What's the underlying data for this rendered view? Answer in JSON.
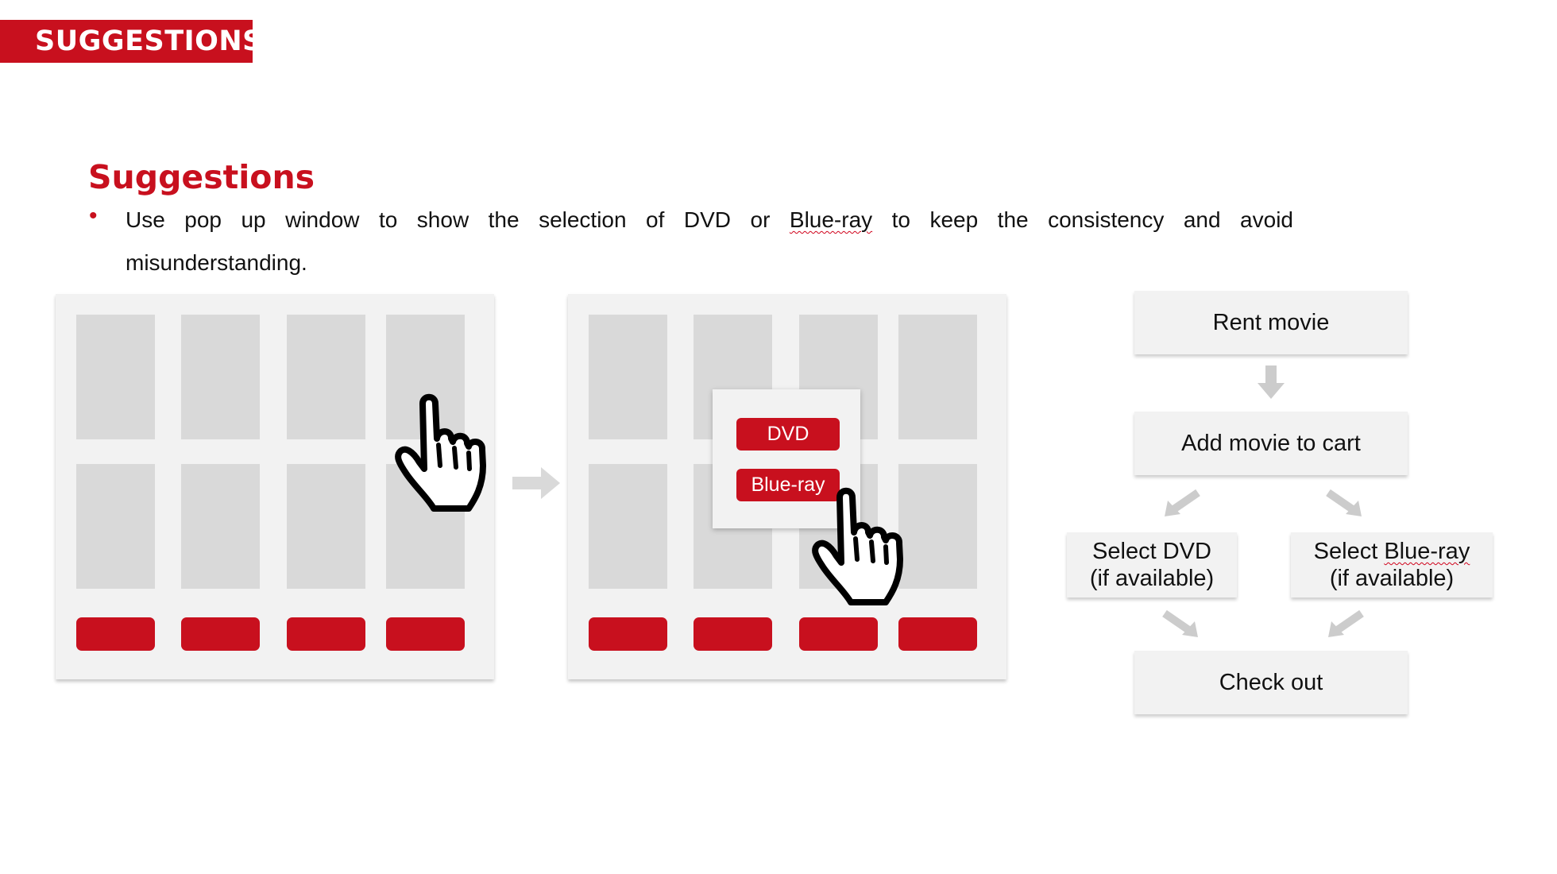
{
  "header": {
    "tag": "SUGGESTIONS"
  },
  "section": {
    "title": "Suggestions",
    "bullet": {
      "before": "Use pop up window to show the selection of DVD or ",
      "flagged_word": "Blue-ray",
      "after": " to keep the consistency and avoid misunderstanding."
    }
  },
  "popup": {
    "dvd_label": "DVD",
    "bluray_label": "Blue-ray"
  },
  "flow": {
    "rent": "Rent movie",
    "add": "Add movie to cart",
    "select_dvd": [
      "Select DVD",
      "(if available)"
    ],
    "select_bluray": [
      "Select ",
      "Blue-ray",
      "(if available)"
    ],
    "checkout": "Check out"
  },
  "colors": {
    "accent_red": "#c8101e",
    "panel_gray": "#f2f2f2",
    "tile_gray": "#d9d9d9",
    "arrow_gray": "#cccccc"
  },
  "icons": [
    "pointing-hand-icon",
    "right-arrow-icon",
    "down-arrow-icon",
    "diagonal-arrow-icon"
  ]
}
